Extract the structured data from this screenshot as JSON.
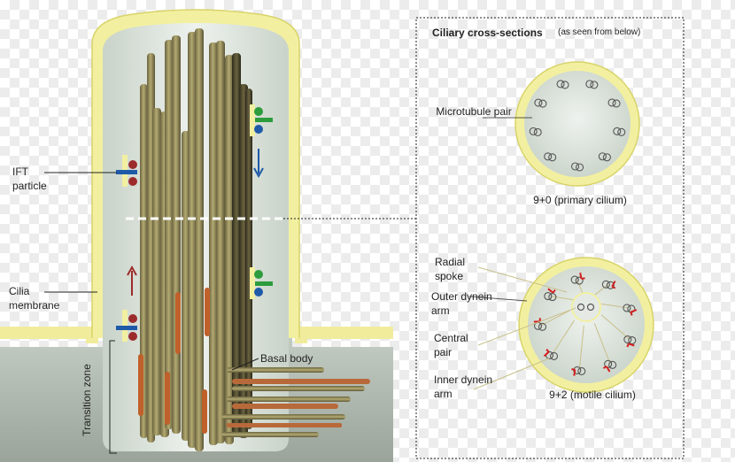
{
  "panel": {
    "title": "Ciliary cross-sections",
    "subtitle": "(as seen from below)"
  },
  "labels": {
    "ift_particle": "IFT particle",
    "cilia_membrane": "Cilia membrane",
    "transition_zone": "Transition zone",
    "basal_body": "Basal body",
    "microtubule_pair": "Microtubule pair",
    "primary_cilium": "9+0 (primary cilium)",
    "radial_spoke": "Radial spoke",
    "outer_dynein_arm": "Outer dynein arm",
    "central_pair": "Central pair",
    "inner_dynein_arm": "Inner dynein arm",
    "motile_cilium": "9+2 (motile cilium)"
  },
  "colors": {
    "membrane": "#f2f0a0",
    "membrane_edge": "#d8d36a",
    "cilium_fill": "#dce3dc",
    "microtubule": "#8c8455",
    "dynein": "#c0602a",
    "ift_red": "#9c2c2c",
    "ift_blue": "#1e5aa8",
    "ift_green": "#2c9c3c",
    "radial_spoke": "#c9c08a",
    "inner_arm": "#d42020"
  }
}
